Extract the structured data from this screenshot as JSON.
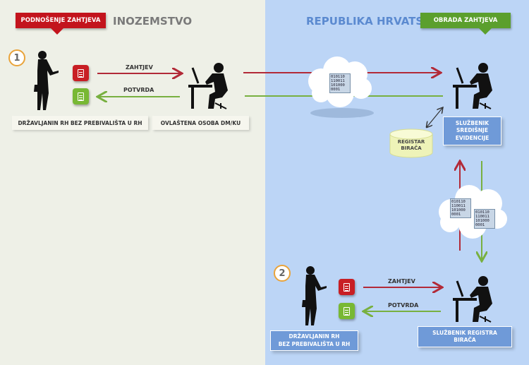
{
  "left_region": {
    "tag": "PODNOŠENJE ZAHTJEVA",
    "title": "INOZEMSTVO"
  },
  "right_region": {
    "title": "REPUBLIKA HRVATSKA",
    "tag": "OBRADA ZAHTJEVA"
  },
  "step1": {
    "number": "1",
    "request_label": "ZAHTJEV",
    "confirmation_label": "POTVRDA",
    "citizen_label": "DRŽAVLJANIN RH BEZ PREBIVALIŠTA U RH",
    "officer_label": "OVLAŠTENA OSOBA DM/KU"
  },
  "central": {
    "officer_label_lines": [
      "SLUŽBENIK",
      "SREDIŠNJE",
      "EVIDENCIJE"
    ],
    "register_lines": [
      "REGISTAR",
      "BIRAČA"
    ],
    "binary_lines": [
      "010110",
      "110011",
      "101000",
      "0001"
    ]
  },
  "step2": {
    "number": "2",
    "request_label": "ZAHTJEV",
    "confirmation_label": "POTVRDA",
    "citizen_label_lines": [
      "DRŽAVLJANIN RH",
      "BEZ PREBIVALIŠTA U RH"
    ],
    "officer_label_lines": [
      "SLUŽBENIK REGISTRA",
      "BIRAČA"
    ]
  },
  "colors": {
    "red": "#c3141d",
    "green": "#5b9f2d",
    "blue_bg": "#bcd5f6",
    "left_bg": "#eef0e7",
    "accent_blue": "#5b8ad0"
  }
}
